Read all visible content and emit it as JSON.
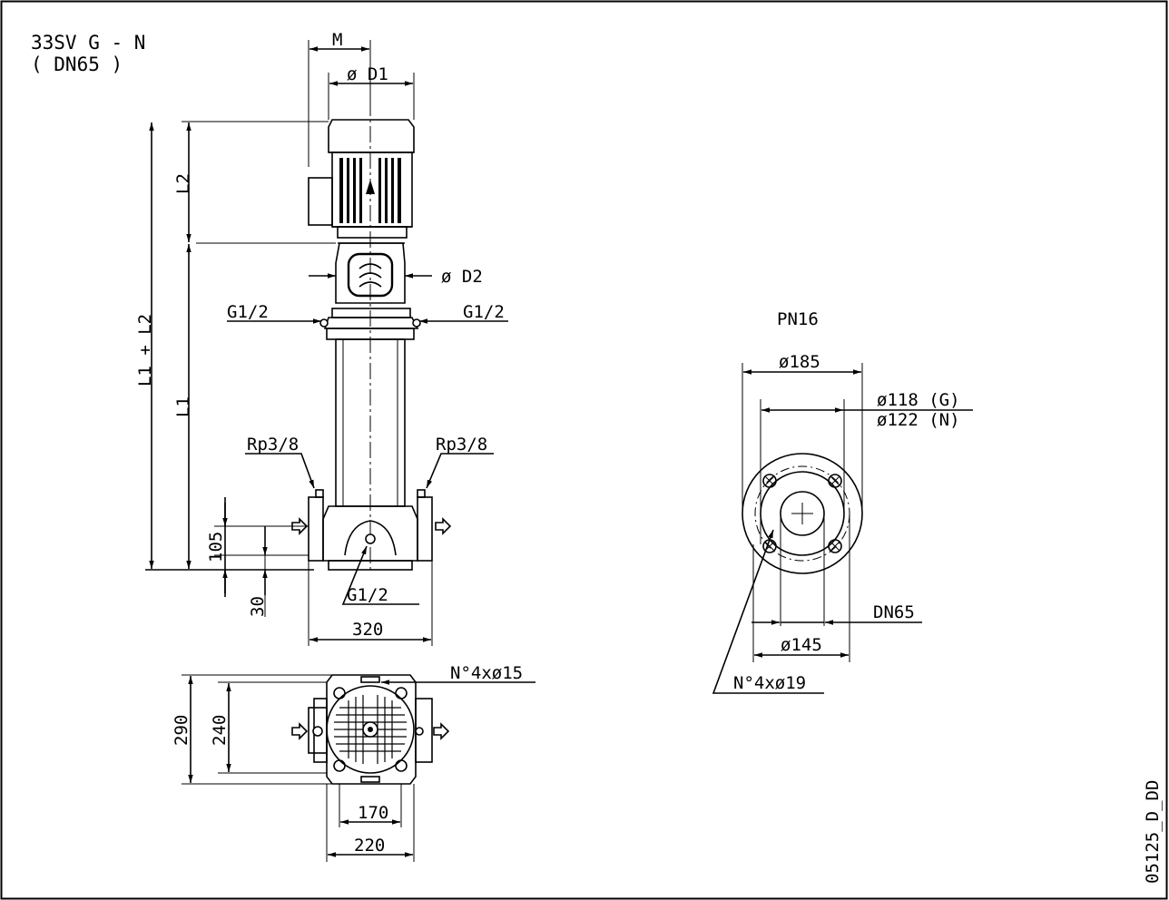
{
  "title": {
    "model": "33SV G - N",
    "connection": "( DN65 )"
  },
  "drawing_code": "05125_D_DD",
  "front_view": {
    "dim_M": "M",
    "dim_D1": "ø D1",
    "dim_D2": "ø D2",
    "dim_L2": "L2",
    "dim_L1": "L1",
    "dim_L1L2": "L1 + L2",
    "port_left": "G1/2",
    "port_right": "G1/2",
    "drain_left": "Rp3/8",
    "drain_right": "Rp3/8",
    "dim_105": "105",
    "dim_30": "30",
    "port_bottom": "G1/2",
    "dim_320": "320"
  },
  "top_view": {
    "holes": "N°4xø15",
    "dim_290": "290",
    "dim_240": "240",
    "dim_170": "170",
    "dim_220": "220"
  },
  "flange": {
    "pressure": "PN16",
    "d185": "ø185",
    "d118": "ø118 (G)",
    "d122": "ø122 (N)",
    "dn": "DN65",
    "d145": "ø145",
    "holes": "N°4xø19"
  }
}
